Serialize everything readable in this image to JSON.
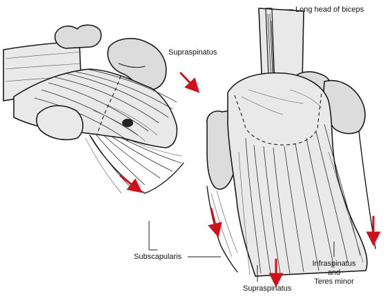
{
  "labels": {
    "long_head_biceps": "Long head of biceps",
    "supraspinatus_top": "Supraspinatus",
    "subscapularis": "Subscapularis",
    "supraspinatus_bottom": "Supraspinatus",
    "infraspinatus_line1": "Infraspinatus",
    "infraspinatus_line2": "and",
    "infraspinatus_line3": "Teres minor"
  },
  "colors": {
    "arrow": "#d0101a",
    "bone": "#dcdcdc",
    "ink": "#1a1a1a"
  }
}
